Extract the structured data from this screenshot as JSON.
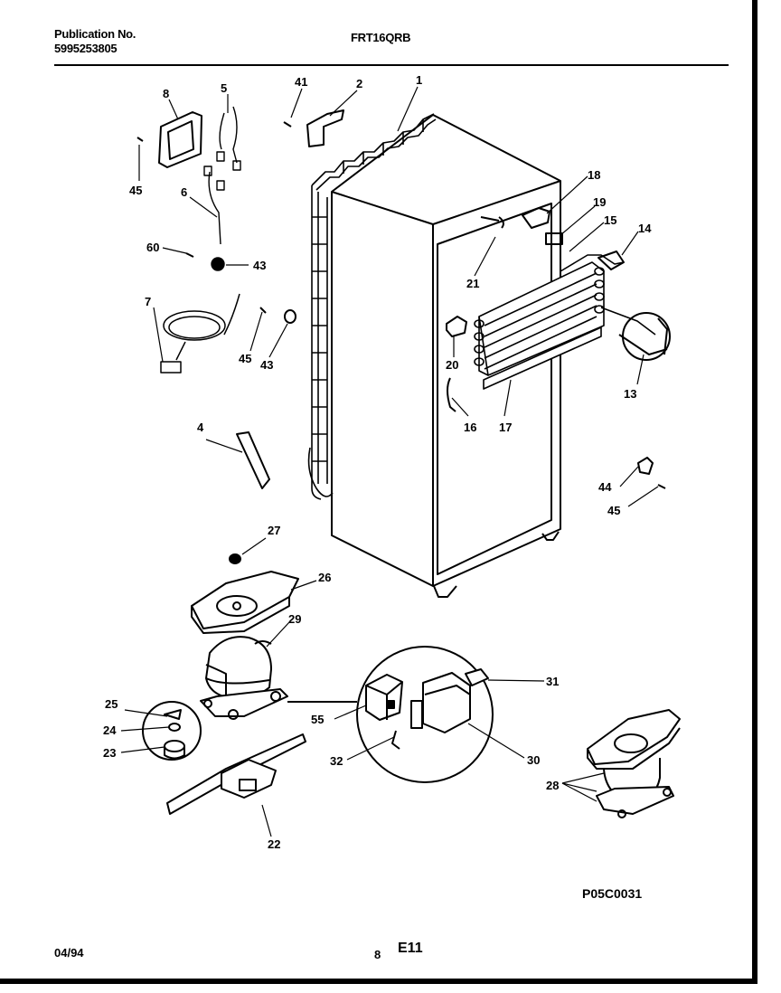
{
  "header": {
    "publication_label": "Publication No.",
    "publication_number": "5995253805",
    "model": "FRT16QRB"
  },
  "footer": {
    "date": "04/94",
    "page": "8",
    "section": "E11",
    "drawing_code": "P05C0031"
  },
  "callouts": [
    "8",
    "5",
    "41",
    "2",
    "1",
    "45",
    "6",
    "60",
    "43",
    "18",
    "19",
    "15",
    "14",
    "21",
    "7",
    "45",
    "43",
    "20",
    "13",
    "16",
    "17",
    "4",
    "44",
    "45",
    "27",
    "26",
    "29",
    "31",
    "25",
    "55",
    "24",
    "23",
    "32",
    "30",
    "28",
    "22"
  ]
}
